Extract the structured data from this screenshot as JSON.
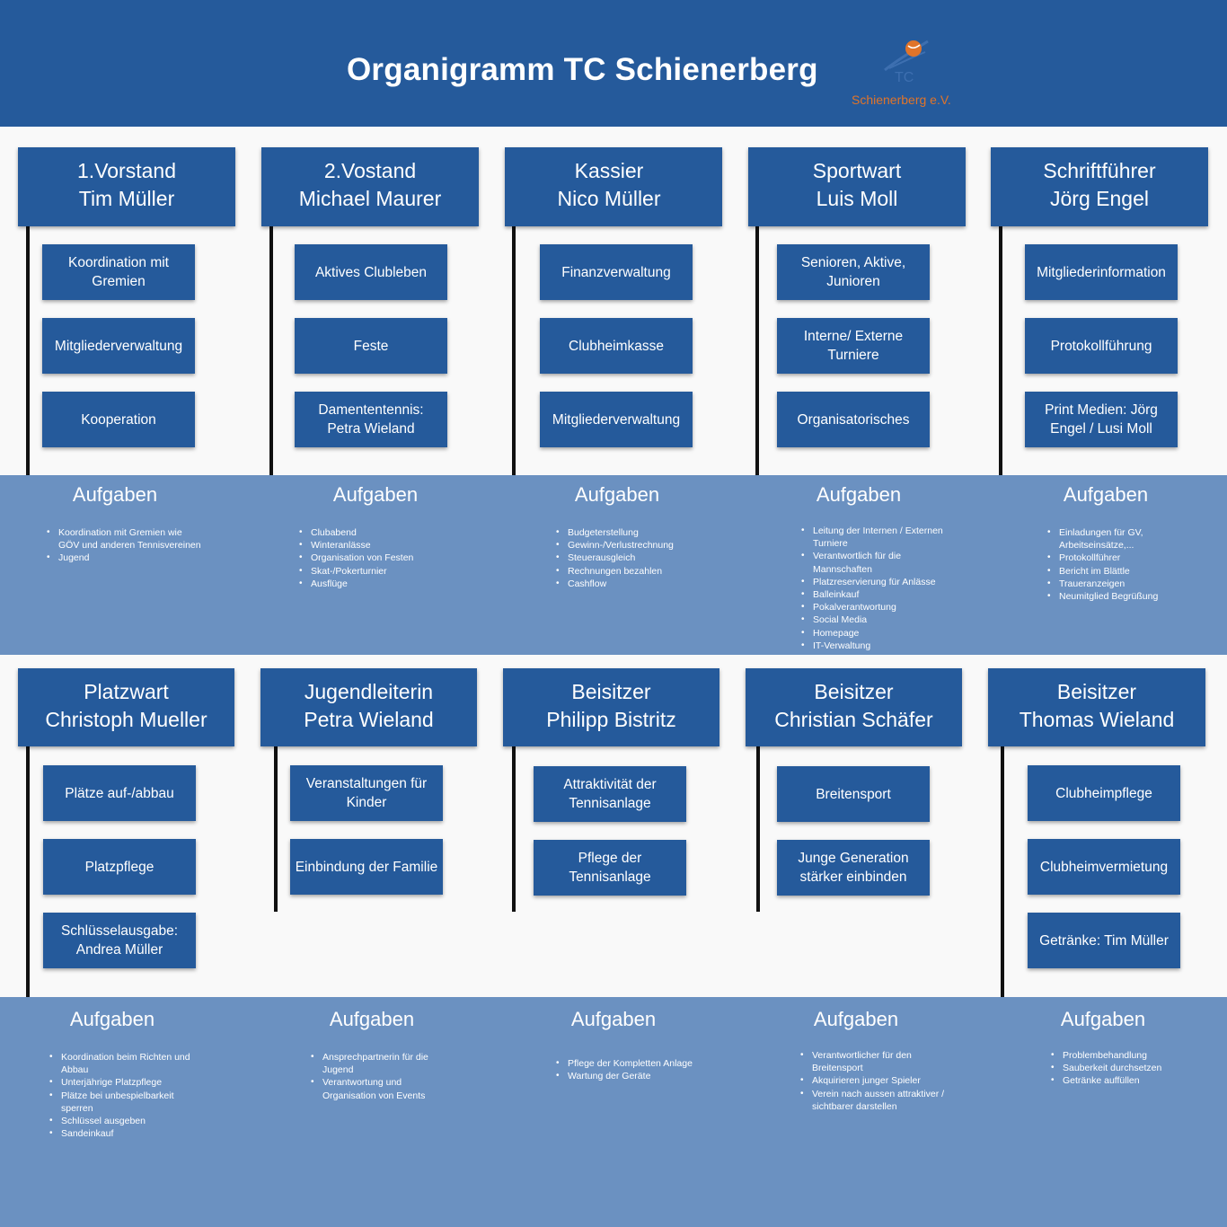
{
  "title": "Organigramm TC Schienerberg",
  "logo": {
    "mark": "TC",
    "text": "Schienerberg e.V."
  },
  "colors": {
    "header": "#255a9b",
    "box": "#255a9b",
    "band": "#6b91c1",
    "logo_accent": "#e0742a"
  },
  "row1": [
    {
      "role": "1.Vorstand",
      "person": "Tim Müller",
      "tasks": [
        "Koordination mit Gremien",
        "Mitgliederverwaltung",
        "Kooperation"
      ],
      "heading": "Aufgaben",
      "items": [
        "Koordination mit Gremien wie GÖV und anderen Tennisvereinen",
        "Jugend"
      ]
    },
    {
      "role": "2.Vostand",
      "person": "Michael Maurer",
      "tasks": [
        "Aktives Clubleben",
        "Feste",
        "Damententennis: Petra Wieland"
      ],
      "heading": "Aufgaben",
      "items": [
        "Clubabend",
        "Winteranlässe",
        "Organisation von Festen",
        "Skat-/Pokerturnier",
        "Ausflüge"
      ]
    },
    {
      "role": "Kassier",
      "person": "Nico Müller",
      "tasks": [
        "Finanzverwaltung",
        "Clubheimkasse",
        "Mitgliederverwaltung"
      ],
      "heading": "Aufgaben",
      "items": [
        "Budgeterstellung",
        "Gewinn-/Verlustrechnung",
        "Steuerausgleich",
        "Rechnungen bezahlen",
        "Cashflow"
      ]
    },
    {
      "role": "Sportwart",
      "person": "Luis Moll",
      "tasks": [
        "Senioren, Aktive, Junioren",
        "Interne/ Externe Turniere",
        "Organisatorisches"
      ],
      "heading": "Aufgaben",
      "items": [
        "Leitung der Internen / Externen Turniere",
        "Verantwortlich für die Mannschaften",
        "Platzreservierung für Anlässe",
        "Balleinkauf",
        "Pokalverantwortung",
        "Social Media",
        "Homepage",
        "IT-Verwaltung"
      ]
    },
    {
      "role": "Schriftführer",
      "person": "Jörg Engel",
      "tasks": [
        "Mitgliederinformation",
        "Protokollführung",
        "Print Medien: Jörg Engel / Lusi Moll"
      ],
      "heading": "Aufgaben",
      "items": [
        "Einladungen für GV, Arbeitseinsätze,...",
        "Protokollführer",
        "Bericht im Blättle",
        "Traueranzeigen",
        "Neumitglied Begrüßung"
      ]
    }
  ],
  "row2": [
    {
      "role": "Platzwart",
      "person": "Christoph Mueller",
      "tasks": [
        "Plätze auf-/abbau",
        "Platzpflege",
        "Schlüsselausgabe: Andrea Müller"
      ],
      "heading": "Aufgaben",
      "items": [
        "Koordination beim Richten und Abbau",
        "Unterjährige Platzpflege",
        "Plätze bei unbespielbarkeit sperren",
        "Schlüssel ausgeben",
        "Sandeinkauf"
      ]
    },
    {
      "role": "Jugendleiterin",
      "person": "Petra Wieland",
      "tasks": [
        "Veranstaltungen für Kinder",
        "Einbindung der Familie"
      ],
      "heading": "Aufgaben",
      "items": [
        "Ansprechpartnerin für die Jugend",
        "Verantwortung und Organisation von Events"
      ]
    },
    {
      "role": "Beisitzer",
      "person": "Philipp Bistritz",
      "tasks": [
        "Attraktivität der Tennisanlage",
        "Pflege der Tennisanlage"
      ],
      "heading": "Aufgaben",
      "items": [
        "Pflege der Kompletten Anlage",
        "Wartung der Geräte"
      ]
    },
    {
      "role": "Beisitzer",
      "person": "Christian Schäfer",
      "tasks": [
        "Breitensport",
        "Junge Generation stärker einbinden"
      ],
      "heading": "Aufgaben",
      "items": [
        "Verantwortlicher für den Breitensport",
        "Akquirieren  junger Spieler",
        "Verein nach aussen attraktiver / sichtbarer darstellen"
      ]
    },
    {
      "role": "Beisitzer",
      "person": "Thomas Wieland",
      "tasks": [
        "Clubheimpflege",
        "Clubheimvermietung",
        "Getränke: Tim Müller"
      ],
      "heading": "Aufgaben",
      "items": [
        "Problembehandlung",
        "Sauberkeit durchsetzen",
        "Getränke auffüllen"
      ]
    }
  ]
}
